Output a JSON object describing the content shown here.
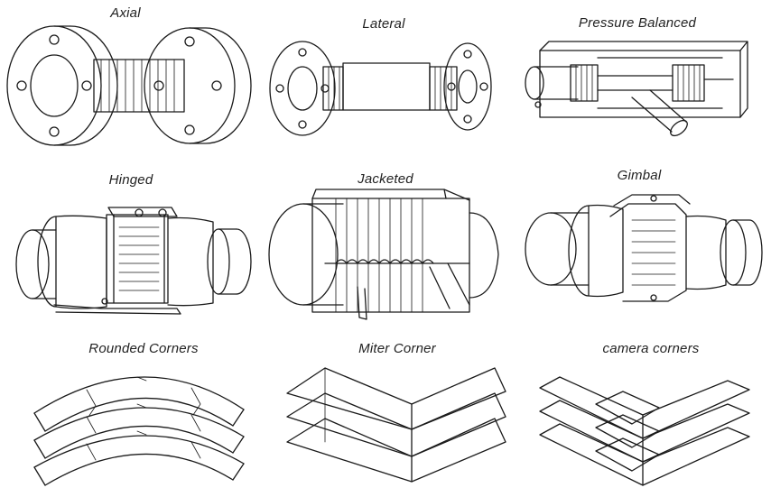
{
  "labels": {
    "axial": "Axial",
    "lateral": "Lateral",
    "pressure_balanced": "Pressure Balanced",
    "hinged": "Hinged",
    "jacketed": "Jacketed",
    "gimbal": "Gimbal",
    "rounded_corners": "Rounded Corners",
    "miter_corner": "Miter Corner",
    "camera_corners": "camera corners"
  }
}
